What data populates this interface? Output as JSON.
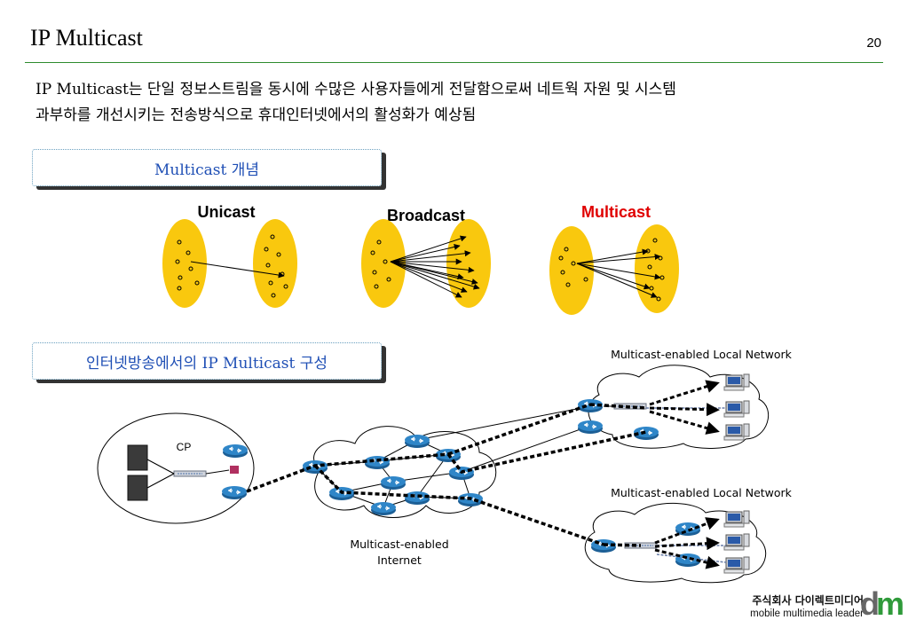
{
  "slide": {
    "title": "IP Multicast",
    "page_number": "20",
    "intro_line1": "IP Multicast는 단일 정보스트림을 동시에 수많은 사용자들에게 전달함으로써 네트웍 자원 및 시스템",
    "intro_line2": "과부하를 개선시키는 전송방식으로 휴대인터넷에서의 활성화가 예상됨"
  },
  "section1": {
    "label": "Multicast 개념"
  },
  "section2": {
    "label": "인터넷방송에서의 IP Multicast 구성"
  },
  "concepts": {
    "unicast": "Unicast",
    "broadcast": "Broadcast",
    "multicast": "Multicast"
  },
  "network": {
    "cp_label": "CP",
    "internet_label_line1": "Multicast-enabled",
    "internet_label_line2": "Internet",
    "local_network_top": "Multicast-enabled Local Network",
    "local_network_bottom": "Multicast-enabled Local Network"
  },
  "logo": {
    "company": "주식회사 다이렉트미디어",
    "tagline": "mobile multimedia leader",
    "mark_d": "d",
    "mark_m": "m"
  },
  "colors": {
    "accent_green": "#2e8b2e",
    "section_text": "#1f4fb5",
    "ellipse_fill": "#f9c80e",
    "multicast_red": "#e00000",
    "router_blue": "#2f86c8"
  }
}
